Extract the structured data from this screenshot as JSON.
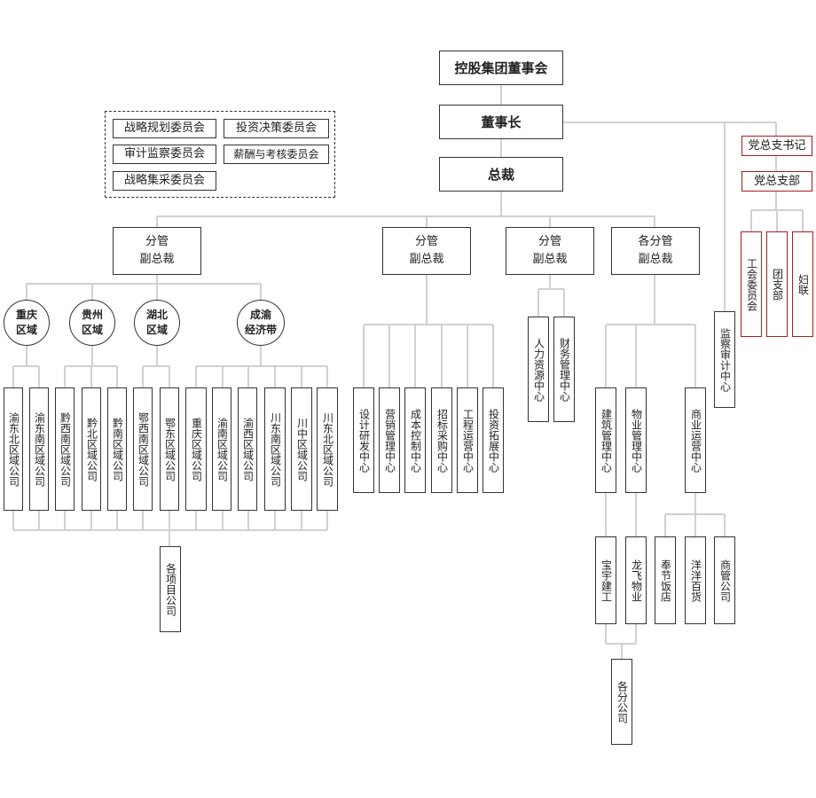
{
  "top": {
    "board": "控股集团董事会",
    "chairman": "董事长",
    "president": "总裁"
  },
  "committees": [
    "战略规划委员会",
    "投资决策委员会",
    "审计监察委员会",
    "薪酬与考核委员会",
    "战略集采委员会"
  ],
  "party": {
    "secretary": "党总支书记",
    "branch": "党总支部",
    "units": [
      "工会委员会",
      "团支部",
      "妇联"
    ],
    "audit": "监察审计中心"
  },
  "vps": [
    {
      "line1": "分管",
      "line2": "副总裁"
    },
    {
      "line1": "分管",
      "line2": "副总裁"
    },
    {
      "line1": "分管",
      "line2": "副总裁"
    },
    {
      "line1": "各分管",
      "line2": "副总裁"
    }
  ],
  "regions": [
    {
      "line1": "重庆",
      "line2": "区域"
    },
    {
      "line1": "贵州",
      "line2": "区域"
    },
    {
      "line1": "湖北",
      "line2": "区域"
    },
    {
      "line1": "成渝",
      "line2": "经济带"
    }
  ],
  "regional_companies": [
    "渝东北区域公司",
    "渝东南区域公司",
    "黔西南区域公司",
    "黔北区域公司",
    "黔南区域公司",
    "鄂西南区域公司",
    "鄂东区域公司",
    "重庆区域公司",
    "渝南区域公司",
    "渝西区域公司",
    "川东南区域公司",
    "川中区域公司",
    "川东北区域公司"
  ],
  "project_companies": "各项目公司",
  "centers_b": [
    "设计研发中心",
    "营销管理中心",
    "成本控制中心",
    "招标采购中心",
    "工程运营中心",
    "投资拓展中心"
  ],
  "centers_c": [
    "人力资源中心",
    "财务管理中心"
  ],
  "centers_d": [
    "建筑管理中心",
    "物业管理中心",
    "商业运营中心"
  ],
  "subsidiaries": [
    "宝宇建工",
    "龙飞物业",
    "奉节饭店",
    "洋洋百货",
    "商管公司"
  ],
  "branch_companies": "各分公司",
  "colors": {
    "line": "#d0d0d0",
    "border": "#333333",
    "party_border": "#b11a1a"
  }
}
